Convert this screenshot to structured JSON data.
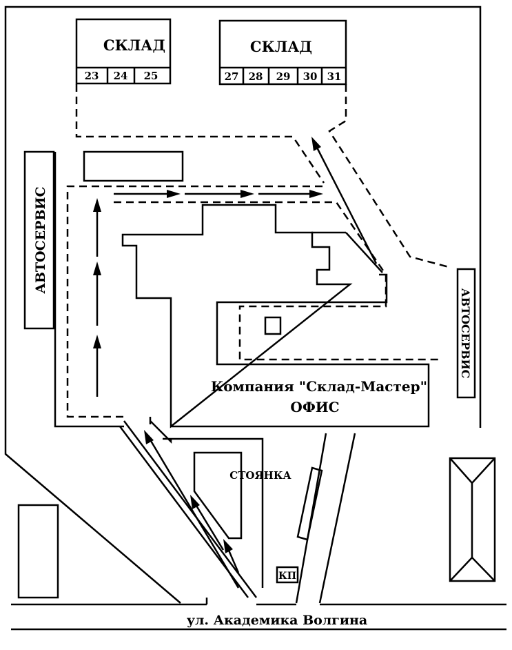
{
  "map": {
    "warehouse_label": "СКЛАД",
    "warehouse_left_docks": [
      "23",
      "24",
      "25"
    ],
    "warehouse_right_docks": [
      "27",
      "28",
      "29",
      "30",
      "31"
    ],
    "autoservice_label": "АВТОСЕРВИС",
    "company_label": "Компания \"Склад-Мастер\"",
    "office_label": "ОФИС",
    "parking_label": "СТОЯНКА",
    "checkpoint_label": "КП",
    "street_label": "ул. Академика Волгина"
  }
}
